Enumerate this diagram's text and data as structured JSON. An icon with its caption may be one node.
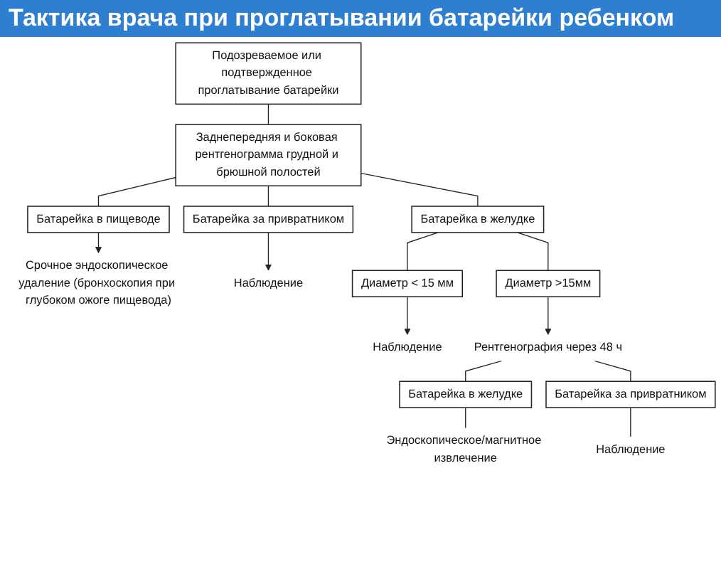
{
  "diagram": {
    "title": "Тактика врача при проглатывании батарейки ребенком",
    "nodes": [
      {
        "text": [
          "Подозреваемое или подтвержденное проглатывание батарейки"
        ]
      },
      {
        "text": [
          "Заднепередняя и боковая рентгенограмма грудной и брюшной полостей"
        ]
      },
      {
        "text": [
          "Батарейка в пищеводе"
        ]
      },
      {
        "text": [
          "Батарейка в желудке"
        ]
      },
      {
        "text": [
          "Батарейка за привратником"
        ]
      },
      {
        "text": [
          "Срочное эндоскопическое удаление (бронхоскопия при глубоком ожоге пищевода)"
        ]
      },
      {
        "text": [
          "Наблюдение"
        ]
      },
      {
        "text": [
          "Диаметр < 15 мм"
        ]
      },
      {
        "text": [
          "Диаметр >15мм"
        ]
      },
      {
        "text": [
          "Наблюдение"
        ]
      },
      {
        "text": [
          "Рентгенография через 48 ч"
        ]
      },
      {
        "text": [
          "Батарейка в желудке"
        ]
      },
      {
        "text": [
          "Батарейка за привратником"
        ]
      },
      {
        "text": [
          "Эндоскопическое/магнитное извлечение"
        ]
      },
      {
        "text": [
          "Наблюдение"
        ]
      }
    ],
    "edges": [
      {
        "from": 0,
        "to": 1,
        "arrow": "none"
      },
      {
        "from": 1,
        "to": 2,
        "arrow": "none"
      },
      {
        "from": 1,
        "to": 3,
        "arrow": "none"
      },
      {
        "from": 1,
        "to": 4,
        "arrow": "none"
      },
      {
        "from": 2,
        "to": 5,
        "arrow": "to"
      },
      {
        "from": 4,
        "to": 6,
        "arrow": "to"
      },
      {
        "from": 3,
        "to": 7,
        "arrow": "none"
      },
      {
        "from": 3,
        "to": 8,
        "arrow": "none"
      },
      {
        "from": 7,
        "to": 9,
        "arrow": "to"
      },
      {
        "from": 8,
        "to": 10,
        "arrow": "to"
      },
      {
        "from": 10,
        "to": 11,
        "arrow": "none"
      },
      {
        "from": 10,
        "to": 12,
        "arrow": "none"
      },
      {
        "from": 11,
        "to": 13,
        "arrow": "none"
      },
      {
        "from": 12,
        "to": 14,
        "arrow": "none"
      }
    ]
  }
}
